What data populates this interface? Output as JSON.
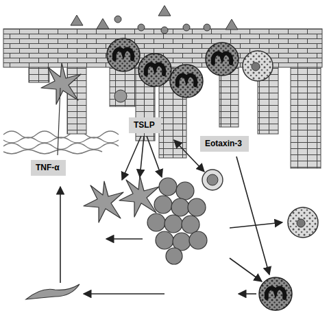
{
  "diagram": {
    "nodes": [
      {
        "text": [
          "TNF-α"
        ]
      },
      {
        "text": [
          "TSLP"
        ]
      },
      {
        "text": [
          "Eotaxin-3"
        ]
      }
    ]
  }
}
